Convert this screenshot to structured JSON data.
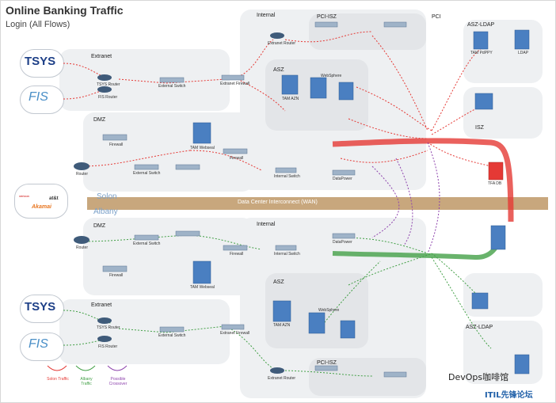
{
  "title": "Online Banking Traffic",
  "subtitle": "Login (All Flows)",
  "sites": {
    "top": "Solon",
    "bottom": "Albany"
  },
  "wan_label": "Data Center Interconnect (WAN)",
  "zones": {
    "internal_top": "Internal",
    "pci_isz_top": "PCI-ISZ",
    "pci_top": "PCI",
    "asz_ldap_top": "ASZ-LDAP",
    "asz_top": "ASZ",
    "isz_top": "ISZ",
    "extranet_top": "Extranet",
    "dmz_top": "DMZ",
    "dmz_bottom": "DMZ",
    "internal_bottom": "Internal",
    "extranet_bottom": "Extranet",
    "asz_bottom": "ASZ",
    "asz_ldap_bottom": "ASZ-LDAP",
    "pci_isz_bottom": "PCI-ISZ"
  },
  "logos": {
    "tsys": "TSYS",
    "fis": "FIS",
    "att": "at&t",
    "akamai": "Akamai",
    "verizon": "verizon"
  },
  "devices": {
    "tsys_router_top": "TSYS Router",
    "fis_router_top": "FIS Router",
    "external_switch_top": "External Switch",
    "extranet_firewall_top": "Extranet Firewall",
    "extranet_router_top": "Extranet Router",
    "firewall_dmz_top": "Firewall",
    "external_switch_dmz_top": "External Switch",
    "tam_webseal_top": "TAM Webseal",
    "router_top": "Router",
    "firewall_top": "Firewall",
    "internal_switch_top": "Internal Switch",
    "tam_azn_top": "TAM AZN",
    "websphere_top": "WebSphere",
    "tam_pdppy": "TAM PdPPY",
    "ldap_top": "LDAP",
    "tfa_db": "TFA DB",
    "datapower_top": "DataPower",
    "router_bottom": "Router",
    "external_switch_dmz_bottom": "External Switch",
    "firewall_dmz_bottom": "Firewall",
    "tam_webseal_bottom": "TAM Webseal",
    "firewall_bottom": "Firewall",
    "internal_switch_bottom": "Internal Switch",
    "tsys_router_bottom": "TSYS Router",
    "fis_router_bottom": "FIS Router",
    "external_switch_bottom": "External Switch",
    "extranet_firewall_bottom": "Extranet Firewall",
    "extranet_router_bottom": "Extranet Router",
    "tam_azn_bottom": "TAM AZN",
    "websphere_bottom": "WebSphere",
    "datapower_bottom": "DataPower"
  },
  "legend": [
    {
      "label": "Solon Traffic",
      "color": "#e53935"
    },
    {
      "label": "Albany Traffic",
      "color": "#43a047"
    },
    {
      "label": "Possible Crossover",
      "color": "#8e44ad"
    }
  ],
  "watermark": "DevOps咖啡馆",
  "watermark2": "ITIL先锋论坛",
  "colors": {
    "solon": "#e53935",
    "albany": "#43a047",
    "crossover": "#8e44ad",
    "wan": "#c8a77d",
    "server": "#4a7fc1"
  }
}
